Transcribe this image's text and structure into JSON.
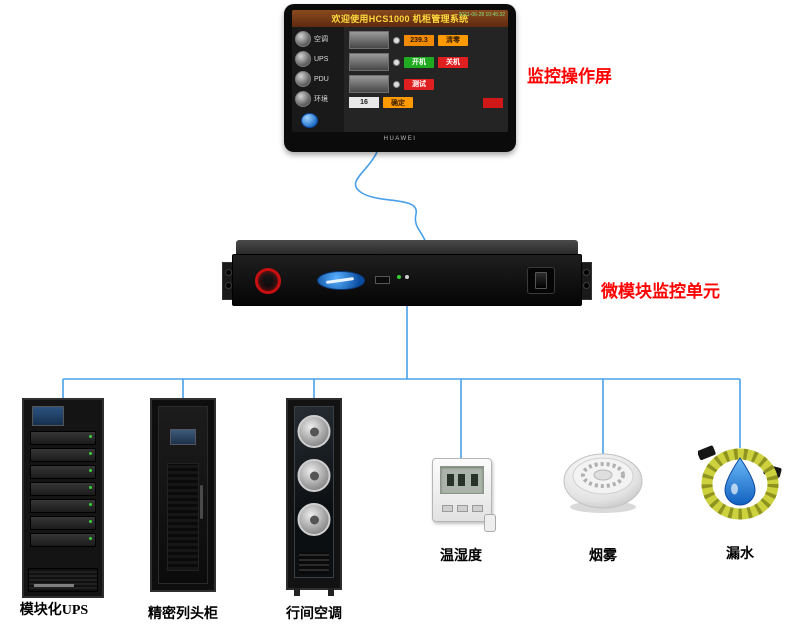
{
  "labels": {
    "screen": "监控操作屏",
    "unit": "微模块监控单元",
    "ups": "模块化UPS",
    "row_cabinet": "精密列头柜",
    "aircon": "行间空调",
    "temp_humidity": "温湿度",
    "smoke": "烟雾",
    "leak": "漏水"
  },
  "tablet": {
    "title": "欢迎使用HCS1000 机柜管理系统",
    "brand": "HUAWEI",
    "status_time": "2021-06-28 10:45:32",
    "sidebar": [
      {
        "label": "空调"
      },
      {
        "label": "UPS"
      },
      {
        "label": "PDU"
      },
      {
        "label": "环境"
      }
    ],
    "panel": {
      "voltage_value": "239.3",
      "clear_button": "清零",
      "on_button": "开机",
      "off_button": "关机",
      "test_button": "测试",
      "count_value": "16",
      "confirm_button": "确定"
    }
  },
  "colors": {
    "wire_blue": "#4aa0e8",
    "label_red": "#ff0000",
    "button_green": "#1faa1f",
    "button_red": "#e02020",
    "button_orange": "#ff9a00"
  }
}
